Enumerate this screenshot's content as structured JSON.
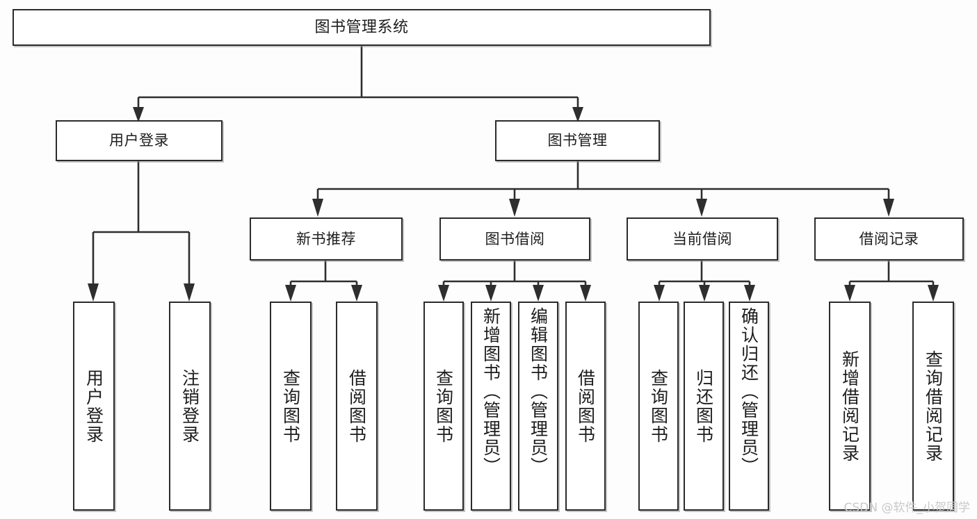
{
  "diagram": {
    "type": "tree",
    "title": "图书管理系统",
    "watermark": "CSDN @软件_小贺同学",
    "colors": {
      "box_border": "#2b2b2b",
      "box_fill": "#ffffff",
      "connector": "#2e2e2e",
      "background": "#fdfdfd",
      "watermark": "#c9c9c9"
    },
    "nodes": {
      "root": {
        "label": "图书管理系统"
      },
      "level2": [
        {
          "label": "用户登录"
        },
        {
          "label": "图书管理"
        }
      ],
      "level3": [
        {
          "label": "新书推荐"
        },
        {
          "label": "图书借阅"
        },
        {
          "label": "当前借阅"
        },
        {
          "label": "借阅记录"
        }
      ],
      "leaves": {
        "user_login": [
          {
            "label": "用户登录"
          },
          {
            "label": "注销登录"
          }
        ],
        "new_book_recommend": [
          {
            "label": "查询图书"
          },
          {
            "label": "借阅图书"
          }
        ],
        "book_borrow": [
          {
            "label": "查询图书"
          },
          {
            "label": "新增图书（管理员）"
          },
          {
            "label": "编辑图书（管理员）"
          },
          {
            "label": "借阅图书"
          }
        ],
        "current_borrow": [
          {
            "label": "查询图书"
          },
          {
            "label": "归还图书"
          },
          {
            "label": "确认归还（管理员）"
          }
        ],
        "borrow_record": [
          {
            "label": "新增借阅记录"
          },
          {
            "label": "查询借阅记录"
          }
        ]
      }
    }
  }
}
